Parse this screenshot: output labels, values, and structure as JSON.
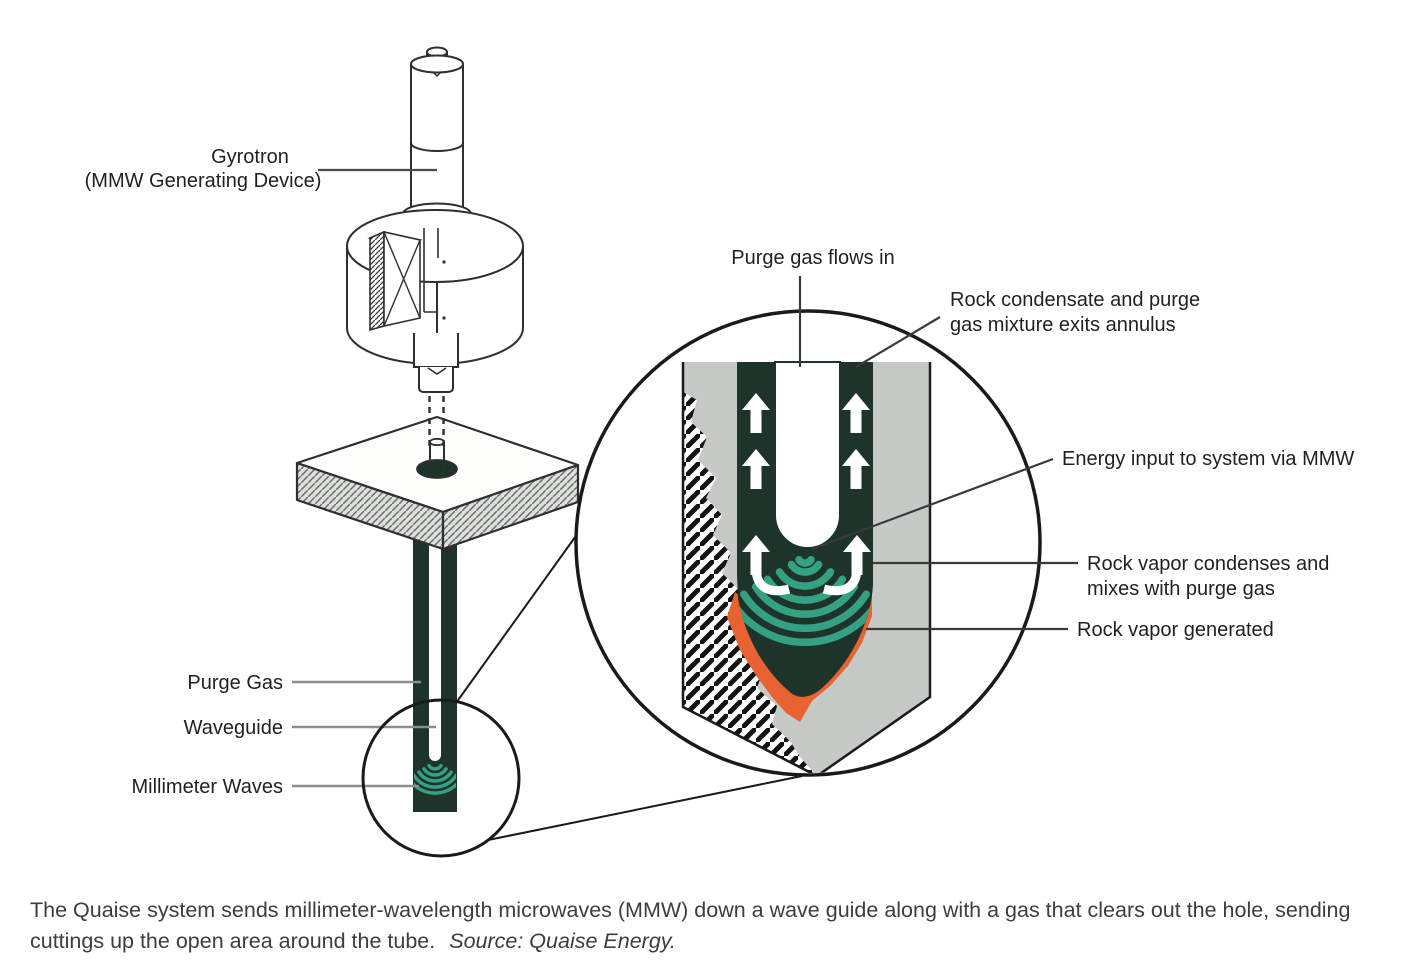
{
  "labels": {
    "gyrotron": {
      "line1": "Gyrotron",
      "line2": "(MMW Generating Device)"
    },
    "purge_gas": "Purge Gas",
    "waveguide": "Waveguide",
    "millimeter_waves": "Millimeter Waves"
  },
  "inset": {
    "purge_gas_flows_in": "Purge gas flows in",
    "rock_condensate": {
      "line1": "Rock condensate and purge",
      "line2": "gas mixture exits annulus"
    },
    "energy_input": "Energy input to system via MMW",
    "rock_vapor_condenses": {
      "line1": "Rock vapor condenses and",
      "line2": "mixes with purge gas"
    },
    "rock_vapor_generated": "Rock vapor generated"
  },
  "caption": {
    "text": "The Quaise system sends millimeter-wavelength microwaves (MMW) down a wave guide along with a gas that clears out the hole, sending cuttings up the open area around the tube.",
    "source": "Source: Quaise Energy."
  },
  "colors": {
    "borehole_dark_green": "#1e332a",
    "millimeter_wave_teal": "#35a183",
    "rock_vapor_orange": "#e96231",
    "rock_gray": "#c5cac7",
    "outline": "#2f2f2f",
    "leader_gray": "#8a8f8d",
    "label_text": "#231f20"
  }
}
